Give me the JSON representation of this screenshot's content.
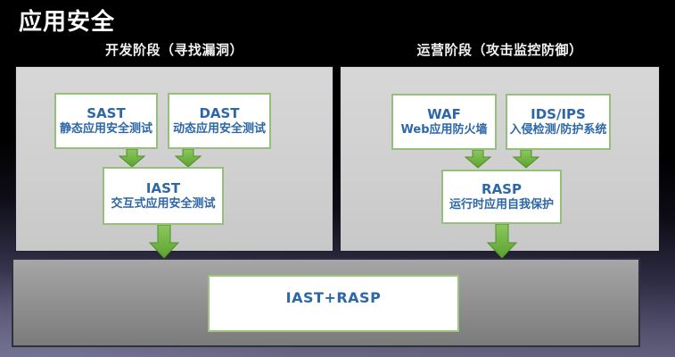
{
  "page": {
    "title": "应用安全"
  },
  "sections": {
    "dev": {
      "heading": "开发阶段（寻找漏洞）",
      "boxes": {
        "sast": {
          "abbr": "SAST",
          "label": "静态应用安全测试"
        },
        "dast": {
          "abbr": "DAST",
          "label": "动态应用安全测试"
        },
        "iast": {
          "abbr": "IAST",
          "label": "交互式应用安全测试"
        }
      }
    },
    "ops": {
      "heading": "运营阶段（攻击监控防御）",
      "boxes": {
        "waf": {
          "abbr": "WAF",
          "label": "Web应用防火墙"
        },
        "ids": {
          "abbr": "IDS/IPS",
          "label": "入侵检测/防护系统"
        },
        "rasp": {
          "abbr": "RASP",
          "label": "运行时应用自我保护"
        }
      }
    },
    "combined": {
      "label": "IAST+RASP"
    }
  },
  "colors": {
    "node_text": "#2d67a7",
    "node_border": "#94c07a",
    "arrow_green": "#6fb23e",
    "panel_gray": "#d2d2d2",
    "bar_gray": "#8e8e8e",
    "background_bottom": "#6e6c86"
  }
}
